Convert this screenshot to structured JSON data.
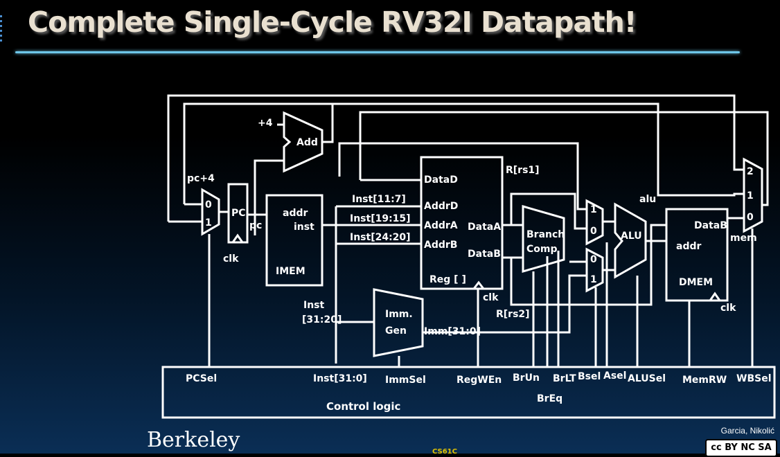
{
  "title": "Complete Single-Cycle RV32I Datapath!",
  "diagram": {
    "pc_plus4": "pc+4",
    "plus4": "+4",
    "add": "Add",
    "pcmux_0": "0",
    "pcmux_1": "1",
    "pc": "PC",
    "pc_out": "pc",
    "clk_pc": "clk",
    "imem_addr": "addr",
    "imem_inst": "inst",
    "imem": "IMEM",
    "inst_11_7": "Inst[11:7]",
    "inst_19_15": "Inst[19:15]",
    "inst_24_20": "Inst[24:20]",
    "regfile_datad": "DataD",
    "regfile_addrd": "AddrD",
    "regfile_addra": "AddrA",
    "regfile_addrb": "AddrB",
    "regfile_dataa": "DataA",
    "regfile_datab": "DataB",
    "regfile": "Reg [ ]",
    "clk_reg": "clk",
    "rs1": "R[rs1]",
    "rs2": "R[rs2]",
    "branch_1": "Branch",
    "branch_2": "Comp",
    "amux_1": "1",
    "amux_0": "0",
    "bmux_0": "0",
    "bmux_1": "1",
    "alu": "ALU",
    "alu_out": "alu",
    "dmem_datab": "DataB",
    "dmem_addr": "addr",
    "dmem": "DMEM",
    "clk_dmem": "clk",
    "mem": "mem",
    "wbmux_2": "2",
    "wbmux_1": "1",
    "wbmux_0": "0",
    "inst_31_20_a": "Inst",
    "inst_31_20_b": "[31:20]",
    "immgen_1": "Imm.",
    "immgen_2": "Gen",
    "imm_out": "Imm[31:0]"
  },
  "control": {
    "label": "Control logic",
    "signals": {
      "pcsel": "PCSel",
      "inst": "Inst[31:0]",
      "immsel": "ImmSel",
      "regwen": "RegWEn",
      "brun": "BrUn",
      "brlt": "BrLT",
      "bsel": "Bsel",
      "asel": "Asel",
      "alusel": "ALUSel",
      "memrw": "MemRW",
      "wbsel": "WBSel",
      "breq": "BrEq"
    }
  },
  "footer": {
    "logo": "Berkeley",
    "author": "Garcia, Nikolić",
    "course": "CS61C",
    "license": "cc  BY  NC  SA"
  }
}
